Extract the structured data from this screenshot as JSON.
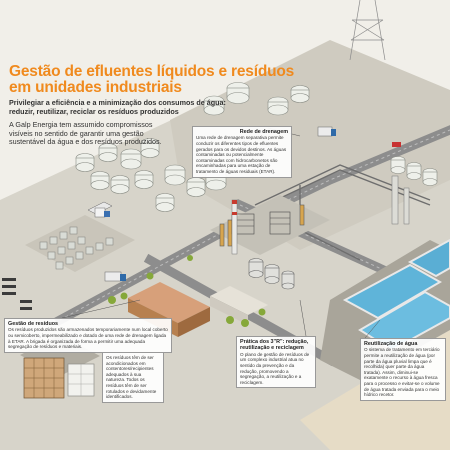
{
  "header": {
    "title_line1": "Gestão de efluentes líquidos e resíduos",
    "title_line2": "em unidades industriais",
    "subtitle": "Privilegiar a eficiência e a minimização dos consumos de água: reduzir, reutilizar, reciclar os resíduos produzidos",
    "intro": "A Galp Energia tem assumido compromissos visíveis no sentido de garantir uma gestão sustentável da água e dos resíduos produzidos."
  },
  "callouts": {
    "drainage": {
      "title": "Rede de drenagem",
      "text": "Uma rede de drenagem separativa permite conduzir os diferentes tipos de efluentes gerados para os devidos destinos. As águas contaminadas ou potencialmente contaminadas com hidrocarbonetos são encaminhadas para uma estação de tratamento de águas residuais (ETAR)."
    },
    "waste": {
      "title": "Gestão de resíduos",
      "text": "Os resíduos produzidos são armazenados temporariamente num local coberto ou semicoberto, impermeabilizado e dotado de uma rede de drenagem ligada à ETAR. A brigada é organizada de forma a permitir uma adequada segregação de resíduos e materiais."
    },
    "containers": {
      "text": "Os resíduos têm de ser acondicionados em contentores/recipientes adequados à sua natureza. Todos os resíduos têm de ser rotulados e devidamente identificados."
    },
    "principle3r": {
      "title": "Prática dos 3\"R\": redução, reutilização e reciclagem",
      "text": "O plano de gestão de resíduos de um complexo industrial atua no sentido da prevenção e da redução, promovendo a segregação, a reutilização e a reciclagem."
    },
    "reuse": {
      "title": "Reutilização de água",
      "text": "O sistema de tratamento em terciário permite a reutilização de água (por parte da água pluvial limpa que é recolhida) quer parte da água tratada). Assim, diminui-se exatamente o recurso à água fresca para o processo e evitar-se o volume de água tratada enviada para o meio hídrico recetor."
    }
  },
  "colors": {
    "accent": "#f08a1e",
    "ground": "#d9d6cc",
    "road": "#8f8f8f",
    "water": "#5fb4d9",
    "tank": "#eef0ea",
    "brick": "#c58a5a"
  }
}
